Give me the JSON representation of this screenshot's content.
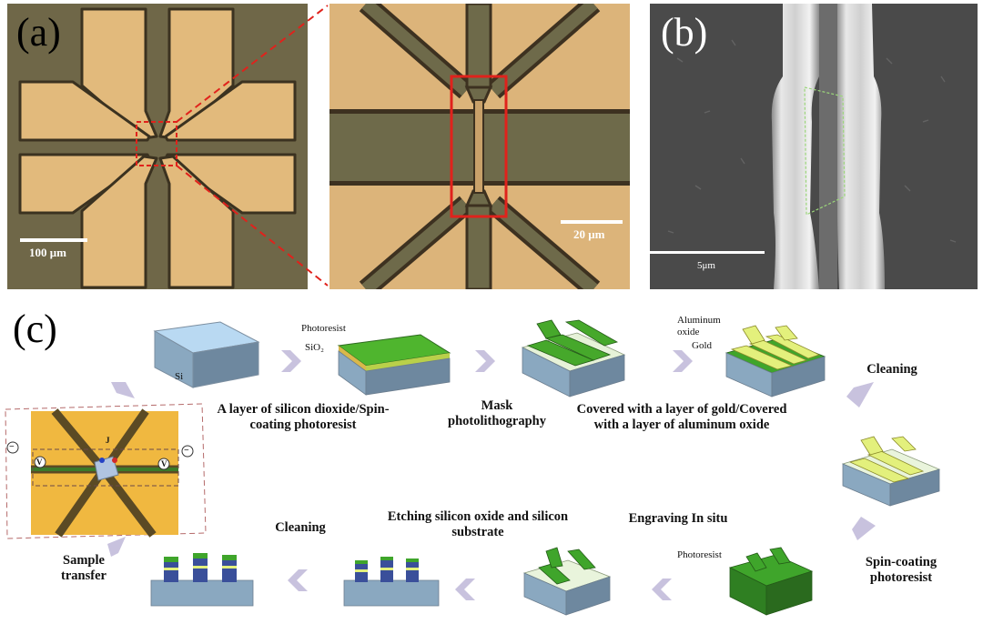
{
  "panel_labels": {
    "a": "(a)",
    "b": "(b)",
    "c": "(c)"
  },
  "scale_bars": {
    "a_left": "100 μm",
    "a_right": "20 μm",
    "b": "5μm"
  },
  "steps": {
    "s1": "A layer of silicon dioxide/Spin-coating photoresist",
    "s2": "Mask photolithography",
    "s3": "Covered with a layer of gold/Covered with a layer of aluminum oxide",
    "s4": "Cleaning",
    "s5": "Spin-coating photoresist",
    "s6": "Engraving In situ",
    "s7": "Etching silicon oxide and silicon substrate",
    "s8": "Cleaning",
    "s9": "Sample transfer"
  },
  "layer_labels": {
    "si": "Si",
    "photoresist": "Photoresist",
    "sio2": "SiO₂",
    "aluminum_oxide": "Aluminum oxide",
    "gold": "Gold",
    "photoresist2": "Photoresist"
  },
  "device_symbols": {
    "v_left": "V",
    "v_right": "V",
    "j": "J",
    "minus": "−"
  },
  "colors": {
    "gold_pad": "#e2b878",
    "green": "#3fa52b",
    "lime": "#dfee7a",
    "base": "#a9c5dc",
    "arrow": "#c8c2de",
    "red_box": "#e0221c"
  }
}
